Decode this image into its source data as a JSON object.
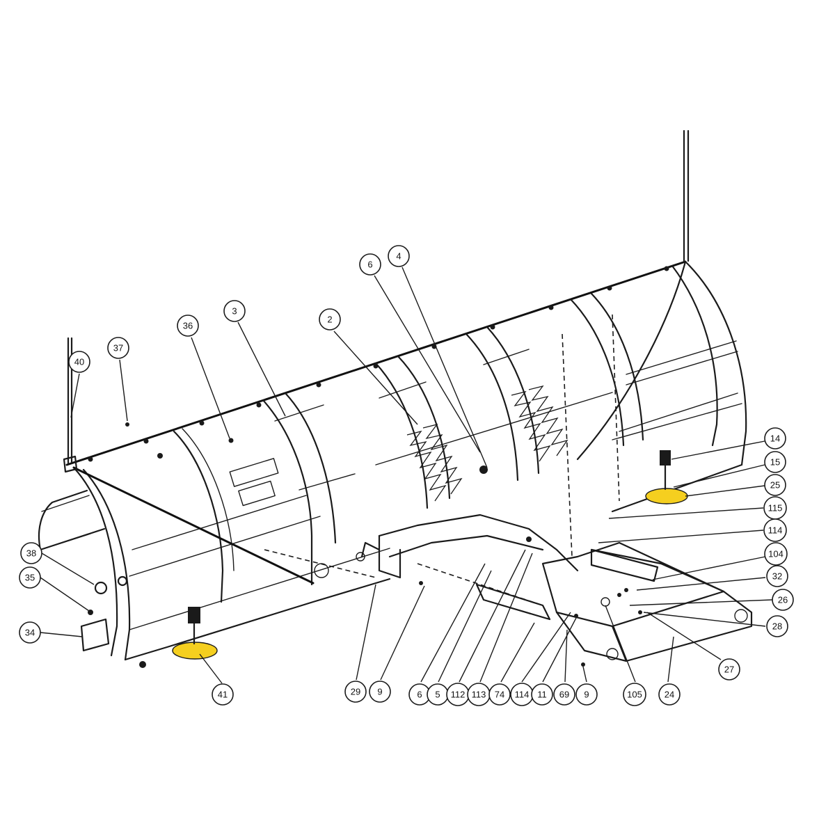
{
  "diagram": {
    "highlight_color": "#f5cf1f",
    "line_color": "#1a1a1a",
    "background_color": "#ffffff",
    "callouts": [
      {
        "id": "c-40",
        "label": "40"
      },
      {
        "id": "c-37",
        "label": "37"
      },
      {
        "id": "c-36",
        "label": "36"
      },
      {
        "id": "c-3",
        "label": "3"
      },
      {
        "id": "c-2",
        "label": "2"
      },
      {
        "id": "c-6a",
        "label": "6"
      },
      {
        "id": "c-4",
        "label": "4"
      },
      {
        "id": "c-14",
        "label": "14"
      },
      {
        "id": "c-15",
        "label": "15"
      },
      {
        "id": "c-25",
        "label": "25"
      },
      {
        "id": "c-115",
        "label": "115"
      },
      {
        "id": "c-114a",
        "label": "114"
      },
      {
        "id": "c-104",
        "label": "104"
      },
      {
        "id": "c-32",
        "label": "32"
      },
      {
        "id": "c-26",
        "label": "26"
      },
      {
        "id": "c-28",
        "label": "28"
      },
      {
        "id": "c-27",
        "label": "27"
      },
      {
        "id": "c-38",
        "label": "38"
      },
      {
        "id": "c-35",
        "label": "35"
      },
      {
        "id": "c-34",
        "label": "34"
      },
      {
        "id": "c-41",
        "label": "41"
      },
      {
        "id": "c-29",
        "label": "29"
      },
      {
        "id": "c-9a",
        "label": "9"
      },
      {
        "id": "c-6b",
        "label": "6"
      },
      {
        "id": "c-5",
        "label": "5"
      },
      {
        "id": "c-112",
        "label": "112"
      },
      {
        "id": "c-113",
        "label": "113"
      },
      {
        "id": "c-74",
        "label": "74"
      },
      {
        "id": "c-114b",
        "label": "114"
      },
      {
        "id": "c-11",
        "label": "11"
      },
      {
        "id": "c-69",
        "label": "69"
      },
      {
        "id": "c-9b",
        "label": "9"
      },
      {
        "id": "c-105",
        "label": "105"
      },
      {
        "id": "c-24",
        "label": "24"
      }
    ]
  }
}
